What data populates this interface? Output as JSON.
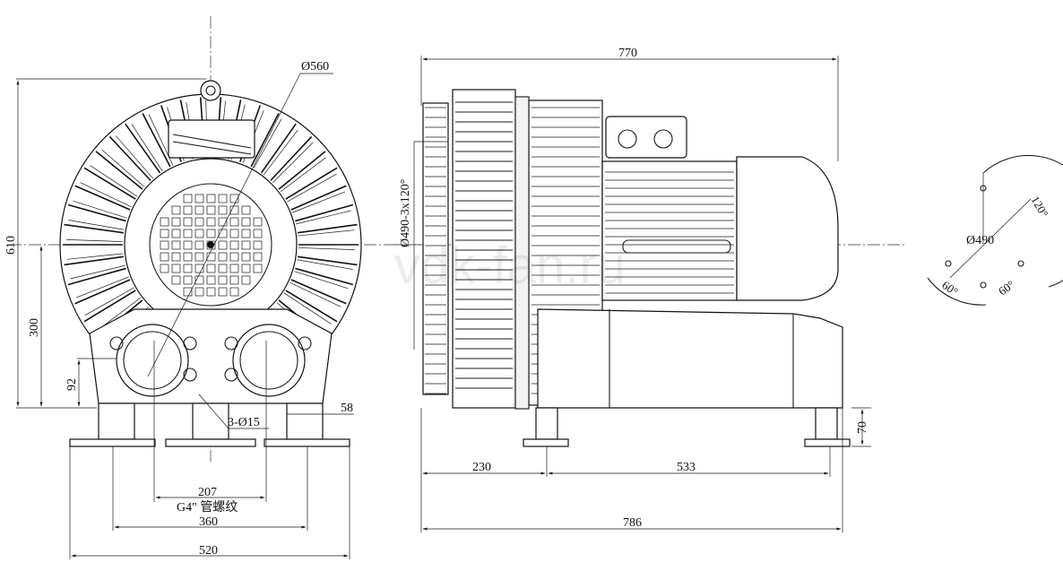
{
  "dimensions": {
    "diameter_housing": "Ø560",
    "height_total": "610",
    "height_center": "300",
    "height_outlet": "92",
    "foot_width": "58",
    "holes": "3-Ø15",
    "pitch_inner": "207",
    "thread": "G4\" 管螺纹",
    "pitch_mid": "360",
    "base_width": "520",
    "length_total": "770",
    "bolt_circle": "Ø490-3x120°",
    "foot_height": "70",
    "front_offset": "230",
    "foot_span": "533",
    "base_length": "786"
  },
  "hole_pattern": {
    "diameter": "Ø490",
    "angle_top": "120°",
    "angle_left": "60°",
    "angle_right": "60°"
  },
  "watermark": "vdk-fan.ru"
}
